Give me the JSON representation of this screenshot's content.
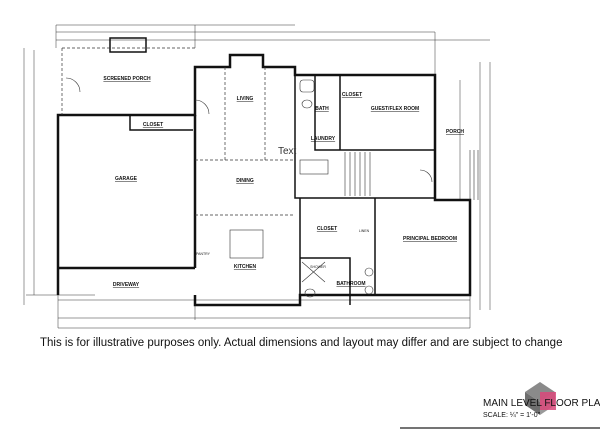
{
  "plan": {
    "rooms": {
      "screened_porch": "SCREENED PORCH",
      "living": "LIVING",
      "closet_garage": "CLOSET",
      "bath": "BATH",
      "closet_guest": "CLOSET",
      "guest_flex": "GUEST/FLEX ROOM",
      "laundry": "LAUNDRY",
      "porch": "PORCH",
      "garage": "GARAGE",
      "dining": "DINING",
      "kitchen": "KITCHEN",
      "pantry": "PANTRY",
      "driveway": "DRIVEWAY",
      "closet_principal": "CLOSET",
      "linen": "LINEN",
      "shower": "SHOWER",
      "bathroom": "BATHROOM",
      "principal_bedroom": "PRINCIPAL BEDROOM"
    },
    "text_tag": "Text"
  },
  "caption": "This is for illustrative purposes only. Actual dimensions and layout may differ and are subject to change",
  "title_block": {
    "title": "MAIN LEVEL FLOOR PLAN",
    "scale": "SCALE: ¼\" = 1'-0\"",
    "logo_colors": {
      "gray": "#7a7a7a",
      "pink": "#d9487a"
    }
  }
}
